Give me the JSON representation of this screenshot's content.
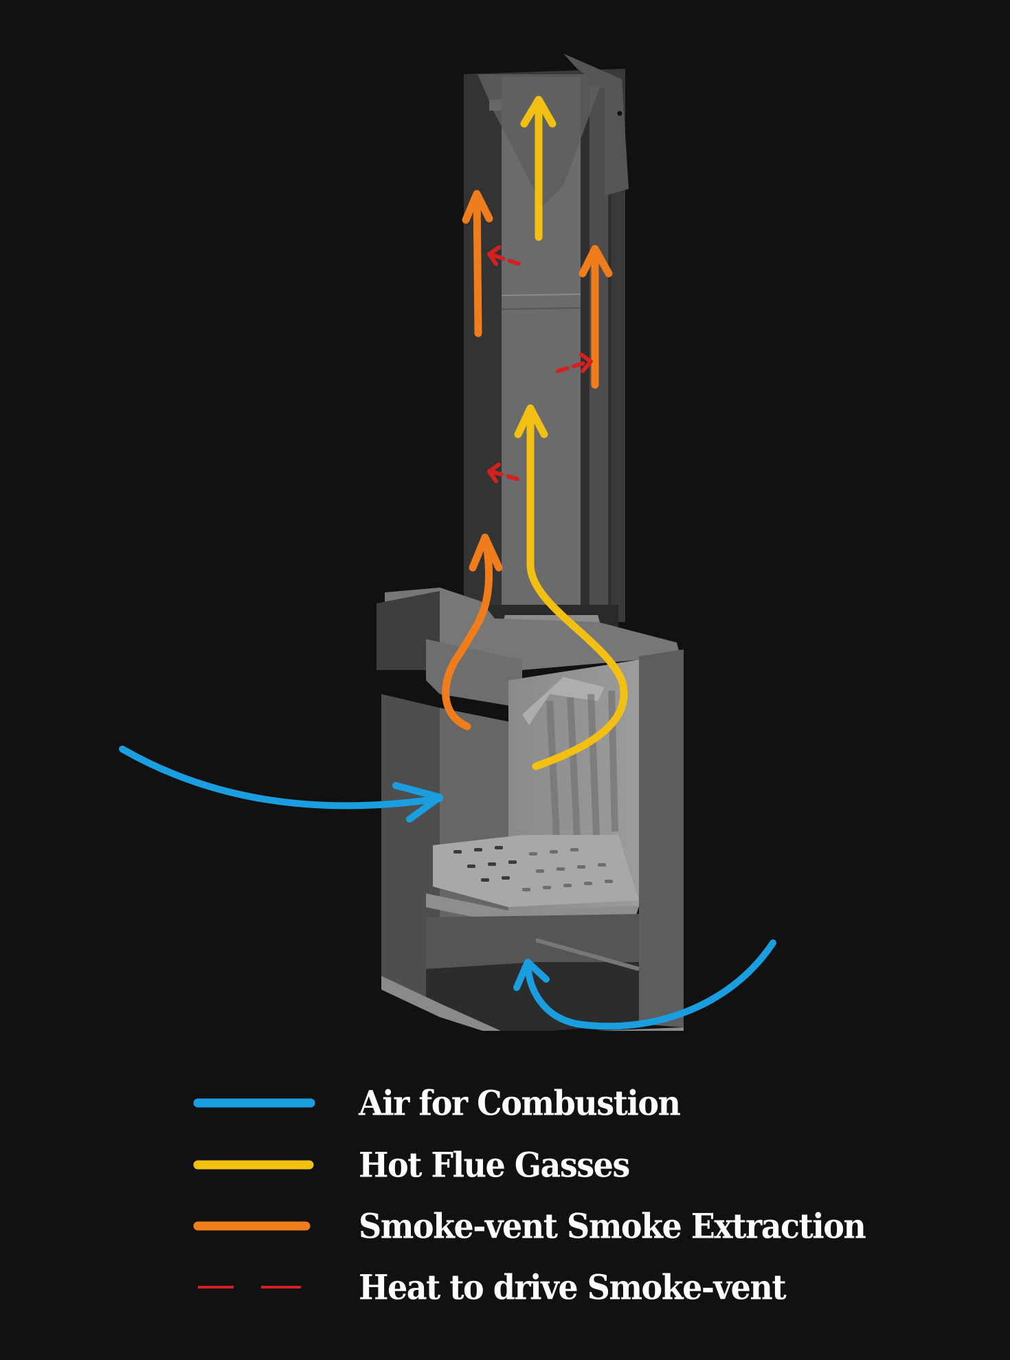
{
  "figure": {
    "subject": "Wood stove with Smoke-vent chimney — cutaway airflow diagram",
    "background_color": "#111111"
  },
  "flows": {
    "air": {
      "label": "Air for Combustion",
      "color": "#1a9ee0",
      "style": "solid"
    },
    "flue": {
      "label": "Hot Flue Gasses",
      "color": "#f2c012",
      "style": "solid"
    },
    "smoke": {
      "label": "Smoke-vent Smoke Extraction",
      "color": "#f07d1c",
      "style": "solid"
    },
    "heat": {
      "label": "Heat to drive Smoke-vent",
      "color": "#d42020",
      "style": "dashed"
    }
  },
  "legend": {
    "items": [
      {
        "label": "Air for Combustion",
        "color": "#1a9ee0",
        "style": "solid"
      },
      {
        "label": "Hot Flue Gasses",
        "color": "#f2c012",
        "style": "solid"
      },
      {
        "label": "Smoke-vent Smoke Extraction",
        "color": "#f07d1c",
        "style": "solid"
      },
      {
        "label": "Heat to drive Smoke-vent",
        "color": "#d42020",
        "style": "dashed"
      }
    ]
  }
}
